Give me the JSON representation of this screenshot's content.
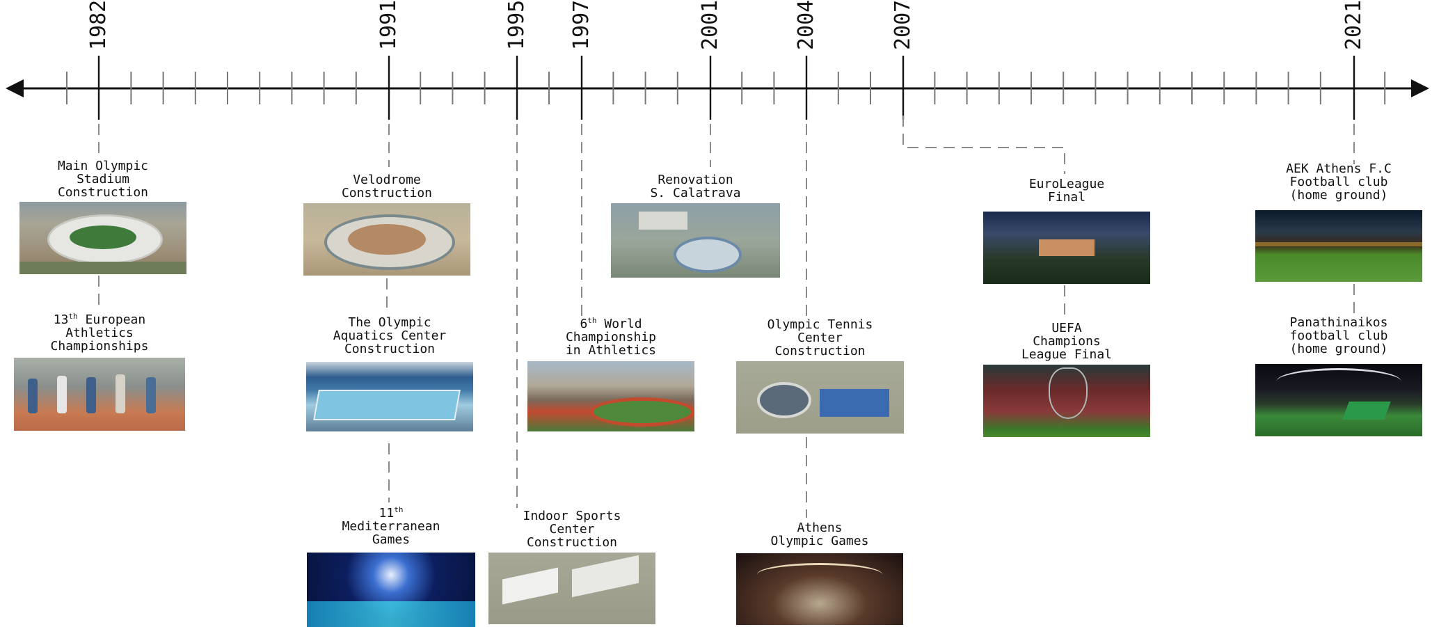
{
  "colors": {
    "axis": "#111111",
    "connector": "#8a8a8a"
  },
  "years": [
    "1982",
    "1991",
    "1995",
    "1997",
    "2001",
    "2004",
    "2007",
    "2021"
  ],
  "events": {
    "main_stadium": {
      "lines": [
        "Main Olympic",
        "Stadium",
        "Construction"
      ],
      "image": "aerial photo of main olympic stadium"
    },
    "european_champs": {
      "pre": "13",
      "sup": "th",
      "post": " European",
      "lines": [
        "Athletics",
        "Championships"
      ],
      "image": "photo of runners on a track"
    },
    "velodrome": {
      "lines": [
        "Velodrome",
        "Construction"
      ],
      "image": "aerial photo of velodrome"
    },
    "aquatics": {
      "lines": [
        "The Olympic",
        "Aquatics Center",
        "Construction"
      ],
      "image": "photo of olympic swimming pool"
    },
    "mediterranean": {
      "pre": "11",
      "sup": "th",
      "post": "",
      "lines": [
        "Mediterranean",
        "Games"
      ],
      "image": "photo of opening ceremony with lights"
    },
    "indoor_sports": {
      "lines": [
        "Indoor Sports",
        "Center",
        "Construction"
      ],
      "image": "aerial photo of indoor sports center"
    },
    "world_champs": {
      "pre": "6",
      "sup": "th",
      "post": " World",
      "lines": [
        "Championship",
        "in Athletics"
      ],
      "image": "photo of stadium with red track"
    },
    "renovation": {
      "lines": [
        "Renovation",
        "S. Calatrava"
      ],
      "image": "aerial photo of renovated olympic complex"
    },
    "tennis": {
      "lines": [
        "Olympic Tennis",
        "Center",
        "Construction"
      ],
      "image": "aerial photo of tennis center"
    },
    "olympic_games": {
      "lines": [
        "Athens",
        "Olympic Games"
      ],
      "image": "photo of olympic games ceremony"
    },
    "euroleague": {
      "lines": [
        "EuroLeague",
        "Final"
      ],
      "image": "photo of basketball arena crowd"
    },
    "uefa": {
      "lines": [
        "UEFA",
        "Champions",
        "League Final"
      ],
      "image": "photo of champions league final stadium"
    },
    "aek": {
      "lines": [
        "AEK Athens F.C",
        "Football club",
        "(home ground)"
      ],
      "image": "photo of football pitch at night"
    },
    "panathinaikos": {
      "lines": [
        "Panathinaikos",
        "football club",
        "(home ground)"
      ],
      "image": "photo of stadium with green team flag"
    }
  }
}
